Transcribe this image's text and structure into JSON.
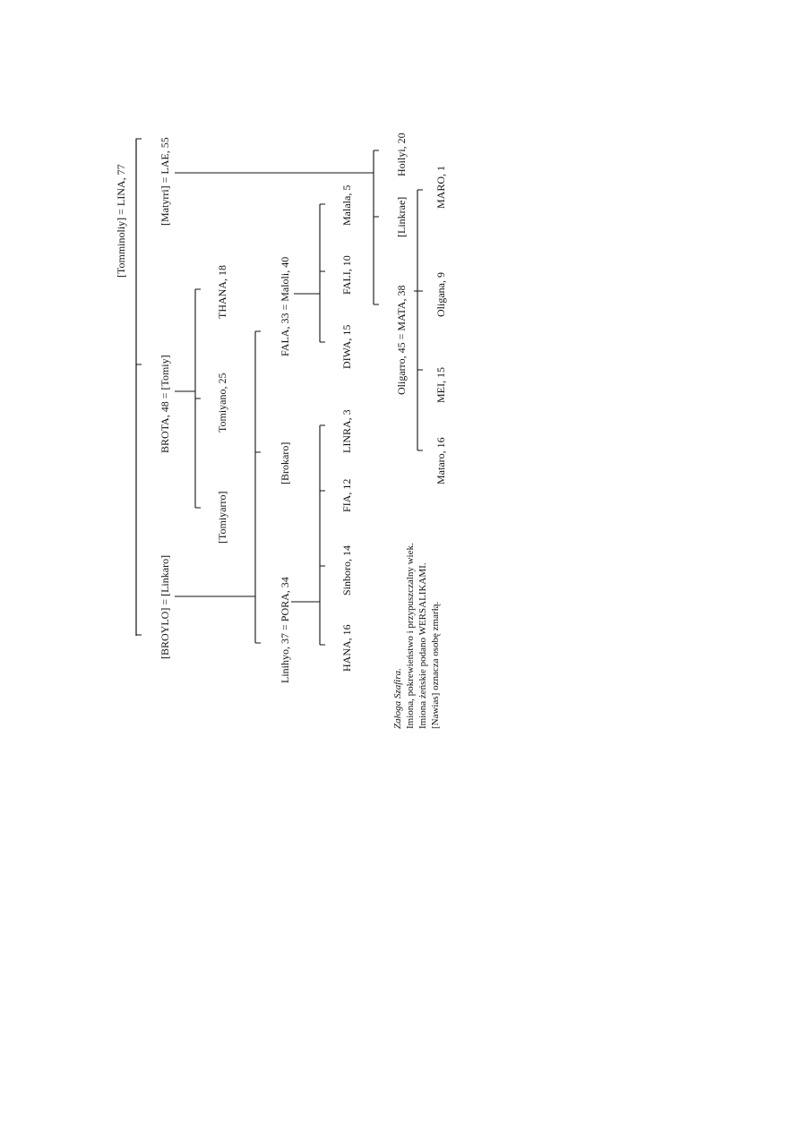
{
  "people": {
    "gen1": "[Tomminoliy] = LINA, 77",
    "broylo": "[BROYLO] = [Linkaro]",
    "brota": "BROTA, 48 = [Tomiy]",
    "matyrri": "[Matyrri] = LAE, 55",
    "tomiyarro": "[Tomiyarro]",
    "tomiyano": "Tomiyano, 25",
    "thana": "THANA, 18",
    "linihyo": "Linihyo, 37 = PORA, 34",
    "brokaro": "[Brokaro]",
    "fala": "FALA, 33 = Maloli, 40",
    "hana": "HANA, 16",
    "sinboro": "Sinboro, 14",
    "fia": "FIA, 12",
    "linra": "LINRA, 3",
    "diwa": "DIWA, 15",
    "fali": "FALI, 10",
    "malala": "Malala, 5",
    "oligarro": "Oligarro, 45 = MATA, 38",
    "linkrae": "[Linkrae]",
    "hoilyi": "Hoilyi, 20",
    "mataro": "Mataro, 16",
    "mei": "MEI, 15",
    "oligana": "Oligana, 9",
    "maro": "MARO, 1"
  },
  "legend": {
    "line1": "Załoga Szafira.",
    "line2": "Imiona, pokrewieństwo i przypuszczalny wiek.",
    "line3": "Imiona żeńskie podano WERSALIKAMI.",
    "line4": "[Nawias] oznacza osobę zmarłą."
  }
}
